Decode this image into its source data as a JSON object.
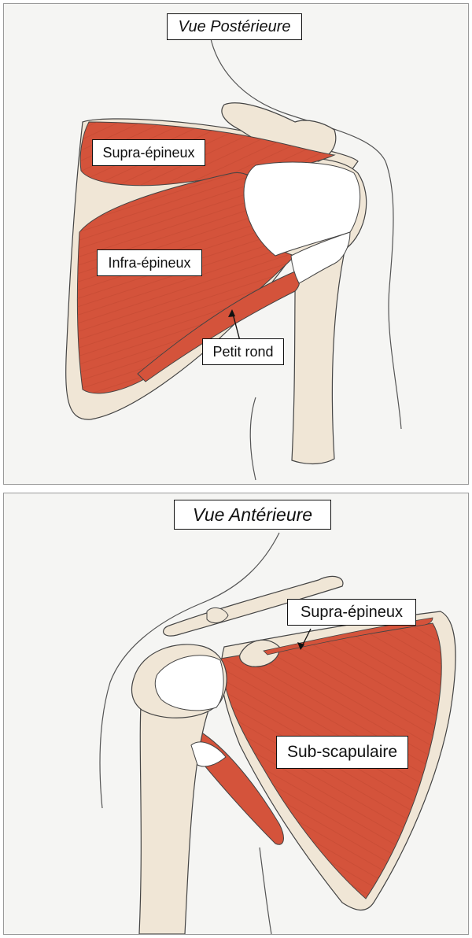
{
  "colors": {
    "muscle": "#d4533b",
    "bone": "#f0e6d6",
    "tendon": "#ffffff",
    "outline": "#444444",
    "background": "#f5f5f3"
  },
  "posterior": {
    "title": "Vue Postérieure",
    "labels": {
      "supra": "Supra-épineux",
      "infra": "Infra-épineux",
      "petit_rond": "Petit rond"
    }
  },
  "anterior": {
    "title": "Vue Antérieure",
    "labels": {
      "supra": "Supra-épineux",
      "sub": "Sub-scapulaire"
    }
  }
}
